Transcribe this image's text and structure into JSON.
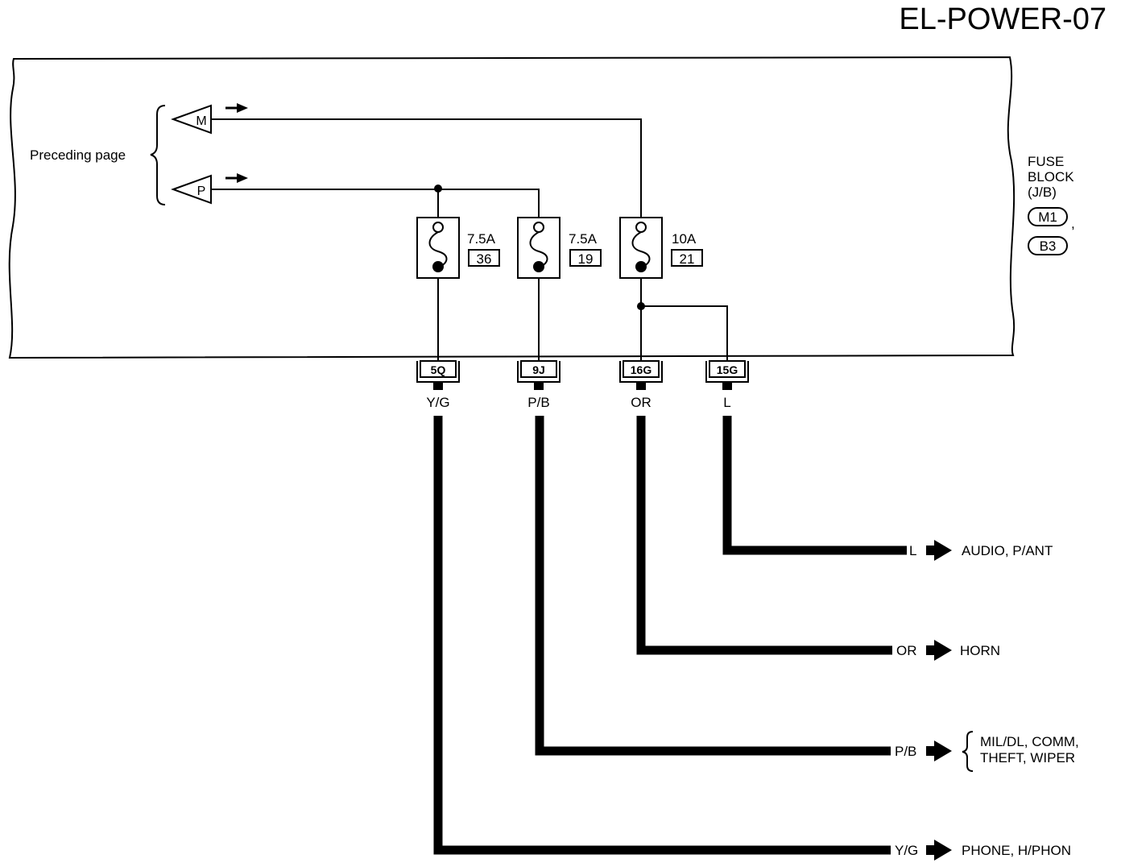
{
  "page_code": "EL-POWER-07",
  "preceding_page": "Preceding page",
  "offpage": {
    "m": "M",
    "p": "P"
  },
  "fuse_block": {
    "l1": "FUSE",
    "l2": "BLOCK",
    "l3": "(J/B)",
    "c1": "M1",
    "c2": "B3",
    "comma": ","
  },
  "fuses": [
    {
      "amp": "7.5A",
      "num": "36"
    },
    {
      "amp": "7.5A",
      "num": "19"
    },
    {
      "amp": "10A",
      "num": "21"
    }
  ],
  "connectors": [
    "5Q",
    "9J",
    "16G",
    "15G"
  ],
  "wire_colors": [
    "Y/G",
    "P/B",
    "OR",
    "L"
  ],
  "outputs": [
    {
      "color": "L",
      "lines": [
        "AUDIO, P/ANT"
      ]
    },
    {
      "color": "OR",
      "lines": [
        "HORN"
      ]
    },
    {
      "color": "P/B",
      "lines": [
        "MIL/DL, COMM,",
        "THEFT, WIPER"
      ]
    },
    {
      "color": "Y/G",
      "lines": [
        "PHONE, H/PHON"
      ]
    }
  ]
}
